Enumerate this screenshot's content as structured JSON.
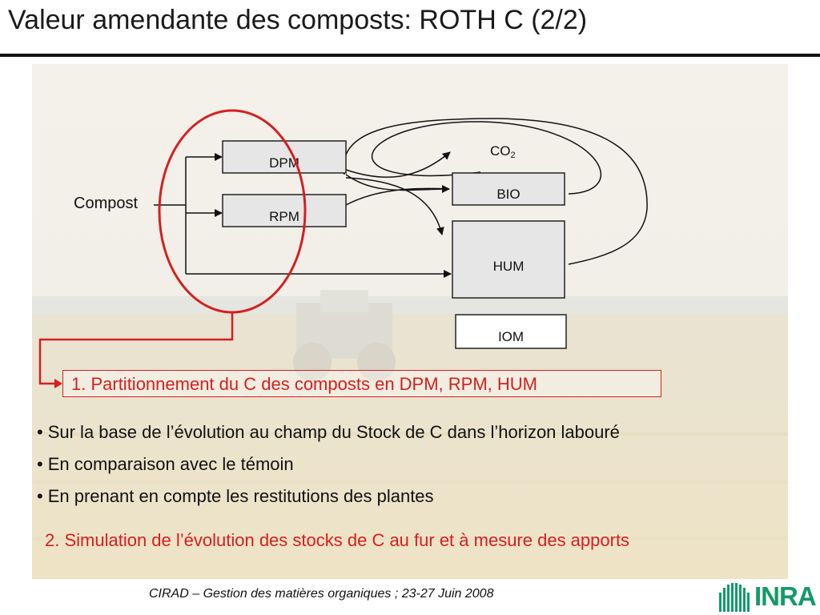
{
  "slide": {
    "title": "Valeur amendante des composts:  ROTH C (2/2)",
    "footer": "CIRAD – Gestion des matières organiques ; 23-27 Juin 2008",
    "logo_text": "INRA"
  },
  "diagram": {
    "input_label": "Compost",
    "pools": {
      "dpm": "DPM",
      "rpm": "RPM",
      "co2": "CO",
      "co2_subscript": "2",
      "bio": "BIO",
      "hum": "HUM",
      "iom": "IOM"
    }
  },
  "steps": {
    "step1": "1. Partitionnement du C des composts en DPM, RPM, HUM",
    "step2": "2. Simulation de l’évolution des stocks de C au fur et à mesure des apports"
  },
  "bullets": [
    "Sur la base de l’évolution au champ du Stock de C dans l’horizon labouré",
    "En comparaison avec le témoin",
    "En prenant en compte les restitutions des plantes"
  ],
  "colors": {
    "accent_red": "#d42020",
    "box_fill": "#e6e6e6",
    "logo_green": "#149a6a"
  }
}
